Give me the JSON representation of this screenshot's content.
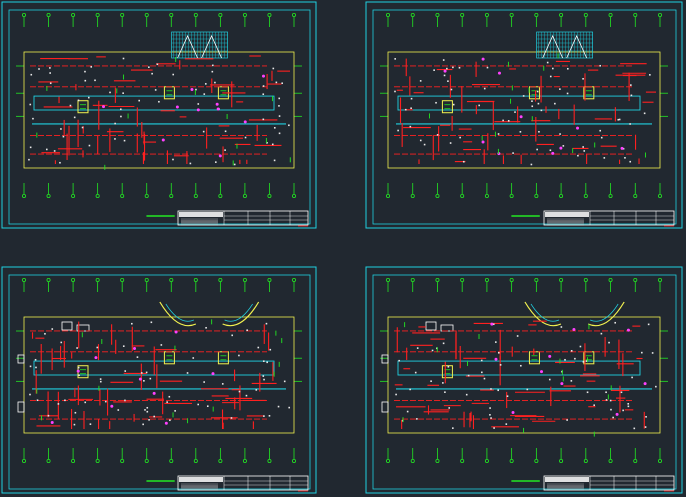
{
  "canvas": {
    "background": "#212830"
  },
  "colors": {
    "frame": "#20d0e0",
    "wall": "#f2f250",
    "axis": "#22e822",
    "circuit": "#ff2020",
    "fixture": "#ff40ff",
    "scale_bar": "#22e822",
    "title_block": "#ffffff",
    "hatch": "#20d0e0"
  },
  "sheets": [
    {
      "id": "sheet-1",
      "position": "top-left",
      "kind": "upper-floor",
      "has_roof_hatch": true,
      "has_curved_wings": false
    },
    {
      "id": "sheet-2",
      "position": "top-right",
      "kind": "upper-floor",
      "has_roof_hatch": true,
      "has_curved_wings": false
    },
    {
      "id": "sheet-3",
      "position": "bottom-left",
      "kind": "ground-floor",
      "has_roof_hatch": false,
      "has_curved_wings": true
    },
    {
      "id": "sheet-4",
      "position": "bottom-right",
      "kind": "ground-floor",
      "has_roof_hatch": false,
      "has_curved_wings": true
    }
  ]
}
